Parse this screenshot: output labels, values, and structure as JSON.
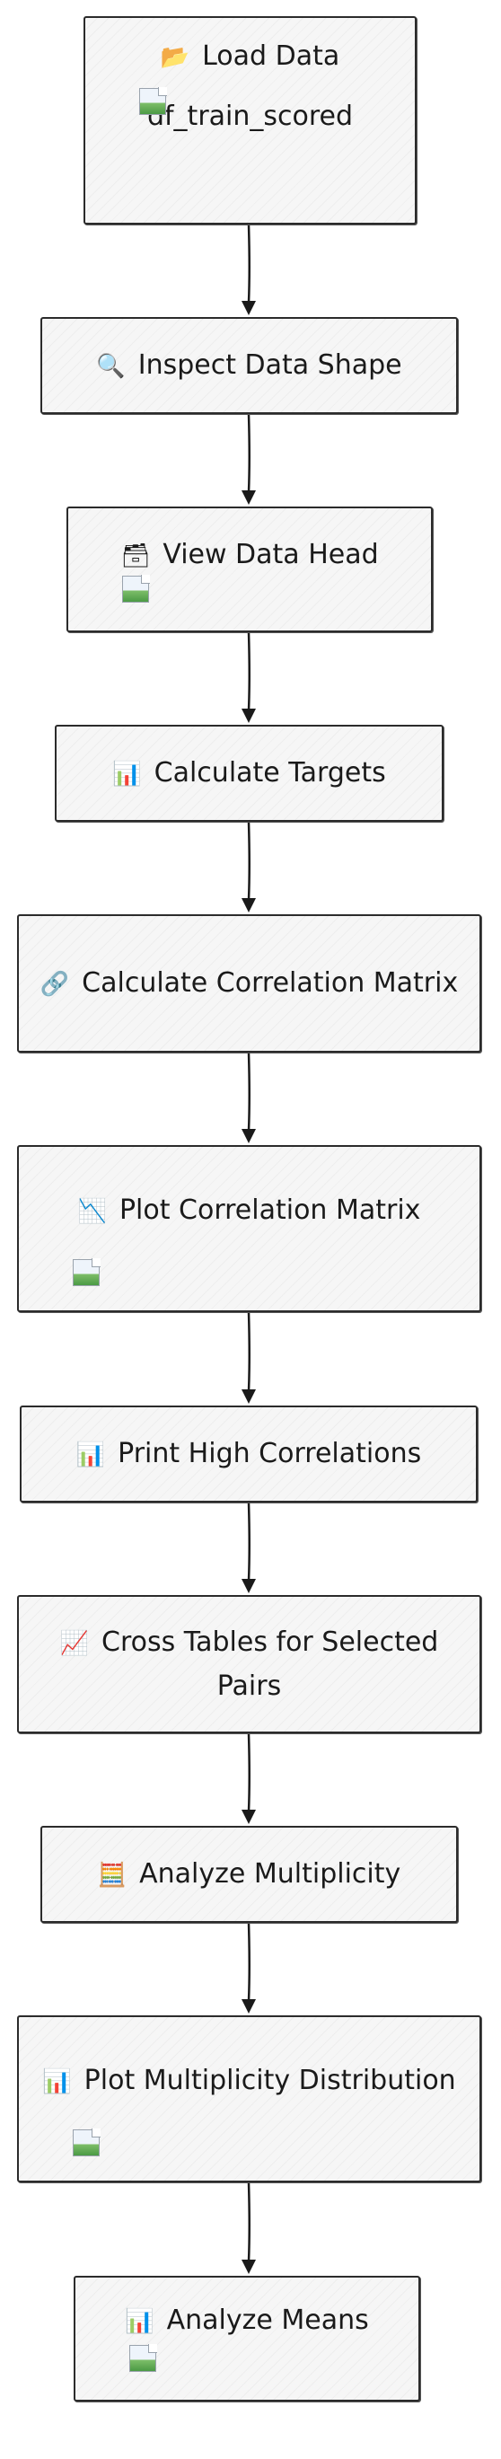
{
  "nodes": [
    {
      "icon": "📂",
      "icon_name": "folder-icon",
      "title": "Load Data",
      "subtitle": "df_train_scored",
      "image": true
    },
    {
      "icon": "🔍",
      "icon_name": "magnifier-icon",
      "title": "Inspect Data Shape"
    },
    {
      "icon": "🗃",
      "icon_name": "card-box-icon",
      "title": "View Data Head",
      "image": true
    },
    {
      "icon": "📊",
      "icon_name": "bar-chart-icon",
      "title": "Calculate Targets"
    },
    {
      "icon": "🔗",
      "icon_name": "link-icon",
      "title": "Calculate Correlation Matrix"
    },
    {
      "icon": "📉",
      "icon_name": "chart-decreasing-icon",
      "title": "Plot Correlation Matrix",
      "image": true
    },
    {
      "icon": "📊",
      "icon_name": "bar-chart-icon",
      "title": "Print High Correlations"
    },
    {
      "icon": "📈",
      "icon_name": "chart-increasing-icon",
      "title": "Cross Tables for Selected Pairs"
    },
    {
      "icon": "🧮",
      "icon_name": "abacus-icon",
      "title": "Analyze Multiplicity"
    },
    {
      "icon": "📊",
      "icon_name": "bar-chart-icon",
      "title": "Plot Multiplicity Distribution",
      "image": true
    },
    {
      "icon": "📊",
      "icon_name": "bar-chart-icon",
      "title": "Analyze Means",
      "image": true
    }
  ],
  "colors": {
    "stroke": "#2b2b2b",
    "fill": "#f6f6f6",
    "arrow": "#1a1a1a"
  }
}
